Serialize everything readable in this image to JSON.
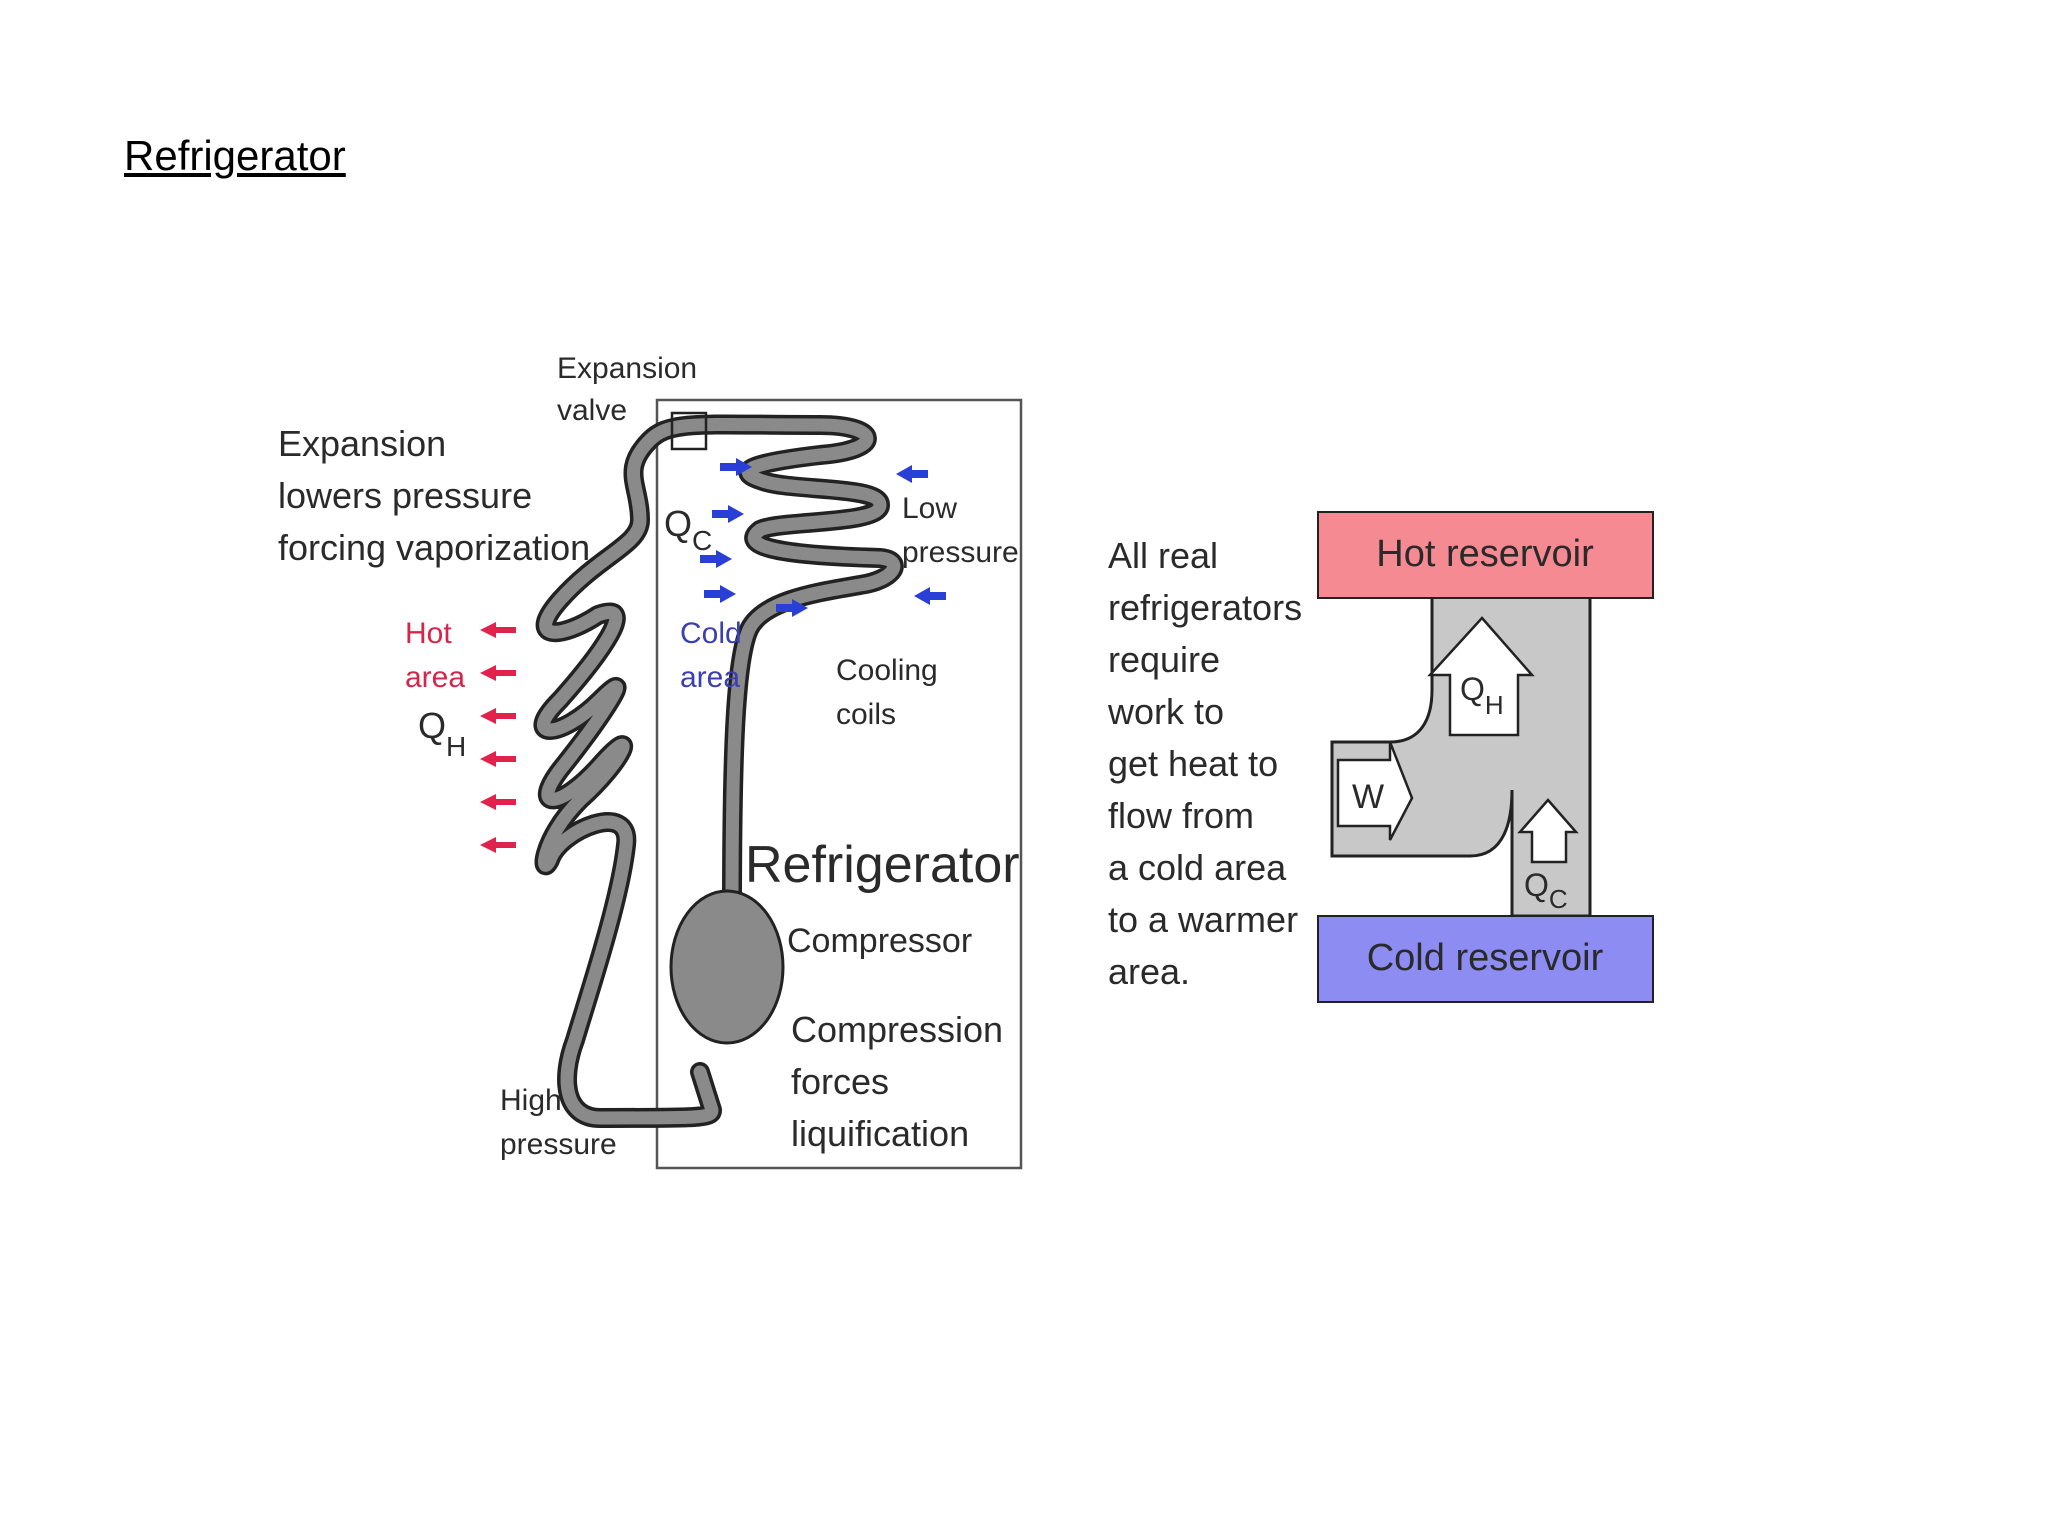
{
  "slide": {
    "title": "Refrigerator"
  },
  "fridge_diagram": {
    "expansion_valve_line1": "Expansion",
    "expansion_valve_line2": "valve",
    "expansion_note": [
      "Expansion",
      "lowers pressure",
      "forcing vaporization"
    ],
    "hot_area": [
      "Hot",
      "area"
    ],
    "qh_main": "Q",
    "qh_sub": "H",
    "qc_main": "Q",
    "qc_sub": "C",
    "cold_area": [
      "Cold",
      "area"
    ],
    "low_pressure": [
      "Low",
      "pressure"
    ],
    "cooling_coils": [
      "Cooling",
      "coils"
    ],
    "box_title": "Refrigerator",
    "compressor": "Compressor",
    "compression_note": [
      "Compression",
      "forces",
      "liquification"
    ],
    "high_pressure": [
      "High",
      "pressure"
    ]
  },
  "reservoir_diagram": {
    "caption": [
      "All real",
      "refrigerators",
      "require",
      "work to",
      "get heat to",
      "flow from",
      "a cold area",
      "to a warmer",
      "area."
    ],
    "hot_reservoir": "Hot reservoir",
    "cold_reservoir": "Cold reservoir",
    "w_label": "W",
    "qh_main": "Q",
    "qh_sub": "H",
    "qc_main": "Q",
    "qc_sub": "C"
  },
  "colors": {
    "hot_arrow": "#e0224c",
    "cold_arrow": "#2a3fd6",
    "hot_reservoir": "#f58a92",
    "cold_reservoir": "#8c8cf2",
    "pipe": "#8a8a8a",
    "flow": "#c8c8c8"
  }
}
